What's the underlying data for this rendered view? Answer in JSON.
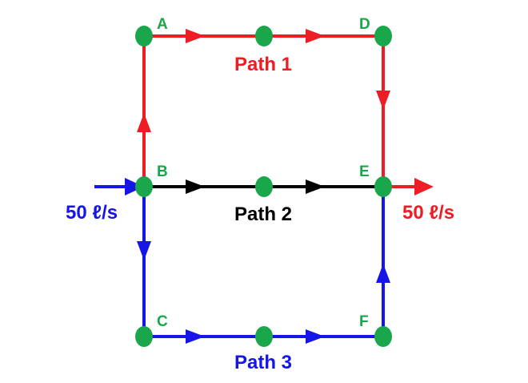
{
  "colors": {
    "path1": "#ee1c24",
    "path2": "#000000",
    "path3": "#1515e8",
    "node": "#1aa64b",
    "node_label": "#1aa64b"
  },
  "nodes": {
    "A": "A",
    "B": "B",
    "C": "C",
    "D": "D",
    "E": "E",
    "F": "F"
  },
  "paths": {
    "path1": "Path 1",
    "path2": "Path 2",
    "path3": "Path 3"
  },
  "flows": {
    "inflow": "50 ℓ/s",
    "outflow": "50 ℓ/s"
  }
}
